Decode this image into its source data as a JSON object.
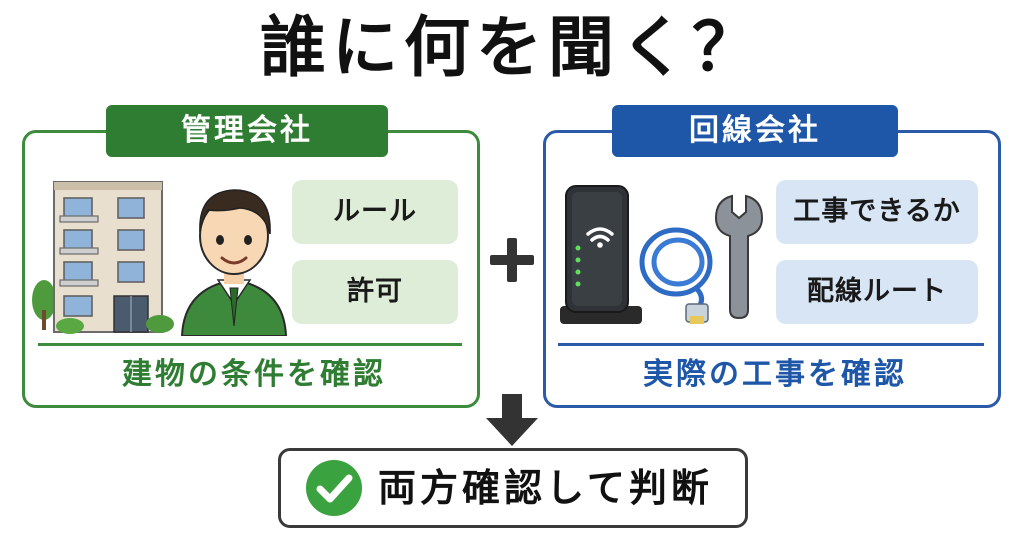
{
  "title": "誰に何を聞く？",
  "left_panel": {
    "header": "管理会社",
    "pills": [
      "ルール",
      "許可"
    ],
    "footer": "建物の条件を確認"
  },
  "right_panel": {
    "header": "回線会社",
    "pills": [
      "工事できるか",
      "配線ルート"
    ],
    "footer": "実際の工事を確認"
  },
  "result": "両方確認して判断",
  "colors": {
    "green": "#2f7d32",
    "blue": "#1e56a8",
    "green_pill": "#deedd8",
    "blue_pill": "#d7e5f5"
  },
  "icons": [
    "building-icon",
    "person-icon",
    "router-icon",
    "cable-icon",
    "wrench-icon",
    "plus-icon",
    "arrow-down-icon",
    "check-icon"
  ]
}
